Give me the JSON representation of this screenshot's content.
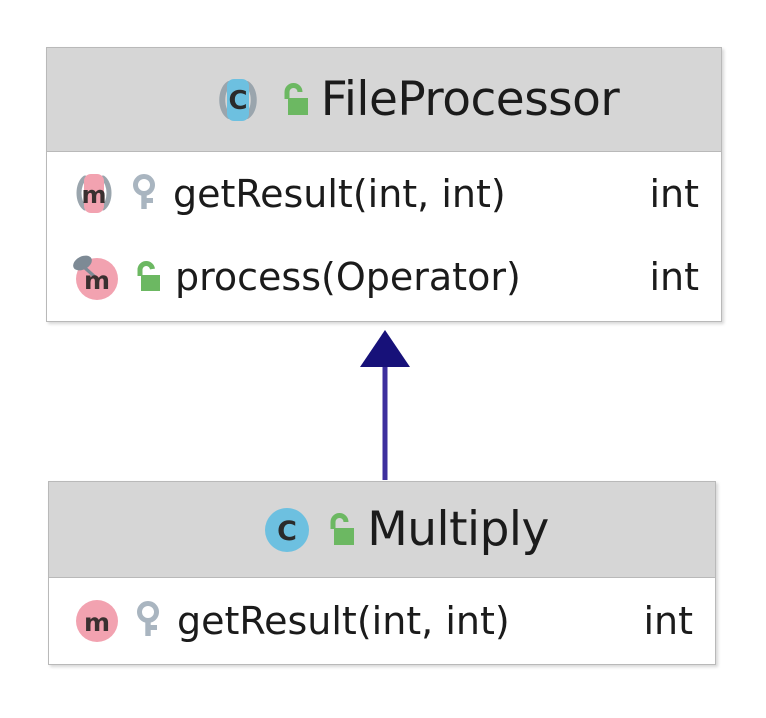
{
  "diagram": {
    "type": "uml-class-diagram",
    "background_color": "#ffffff",
    "classes": [
      {
        "id": "fileprocessor",
        "name": "FileProcessor",
        "stereotype": "class",
        "abstract": true,
        "header_background": "#d6d6d6",
        "icons": [
          {
            "name": "abstract-class-icon",
            "glyph": "C",
            "shape": "rounded-rect",
            "color": "#6dc0e0",
            "decorator": "parentheses",
            "decorator_color": "#9aa5ad"
          },
          {
            "name": "unlocked-padlock-icon",
            "color": "#6cb862",
            "meaning": "public"
          }
        ],
        "members": [
          {
            "signature": "getResult(int, int)",
            "return_type": "int",
            "member_kind": "method",
            "abstract": true,
            "visibility": "protected",
            "icons": [
              {
                "name": "abstract-method-icon",
                "glyph": "m",
                "shape": "rounded-rect",
                "color": "#f2a2b0",
                "decorator": "parentheses",
                "decorator_color": "#9aa5ad"
              },
              {
                "name": "key-icon",
                "color": "#a9b5c0",
                "meaning": "protected"
              }
            ]
          },
          {
            "signature": "process(Operator)",
            "return_type": "int",
            "member_kind": "method",
            "abstract": false,
            "visibility": "public",
            "icons": [
              {
                "name": "method-icon",
                "glyph": "m",
                "shape": "circle",
                "color": "#f2a2b0",
                "decorator": "pin",
                "decorator_color": "#7d8a95"
              },
              {
                "name": "unlocked-padlock-icon",
                "color": "#6cb862",
                "meaning": "public"
              }
            ]
          }
        ]
      },
      {
        "id": "multiply",
        "name": "Multiply",
        "stereotype": "class",
        "abstract": false,
        "header_background": "#d6d6d6",
        "icons": [
          {
            "name": "class-icon",
            "glyph": "C",
            "shape": "circle",
            "color": "#6dc0e0",
            "decorator": "none"
          },
          {
            "name": "unlocked-padlock-icon",
            "color": "#6cb862",
            "meaning": "public"
          }
        ],
        "members": [
          {
            "signature": "getResult(int, int)",
            "return_type": "int",
            "member_kind": "method",
            "abstract": false,
            "visibility": "protected",
            "icons": [
              {
                "name": "method-icon",
                "glyph": "m",
                "shape": "circle",
                "color": "#f2a2b0",
                "decorator": "none"
              },
              {
                "name": "key-icon",
                "color": "#a9b5c0",
                "meaning": "protected"
              }
            ]
          }
        ]
      }
    ],
    "relationships": [
      {
        "name": "generalization",
        "kind": "inheritance",
        "from": "Multiply",
        "to": "FileProcessor",
        "line_color": "#3d2f9e",
        "arrowhead": "solid-filled-triangle",
        "arrowhead_color": "#171179"
      }
    ]
  }
}
